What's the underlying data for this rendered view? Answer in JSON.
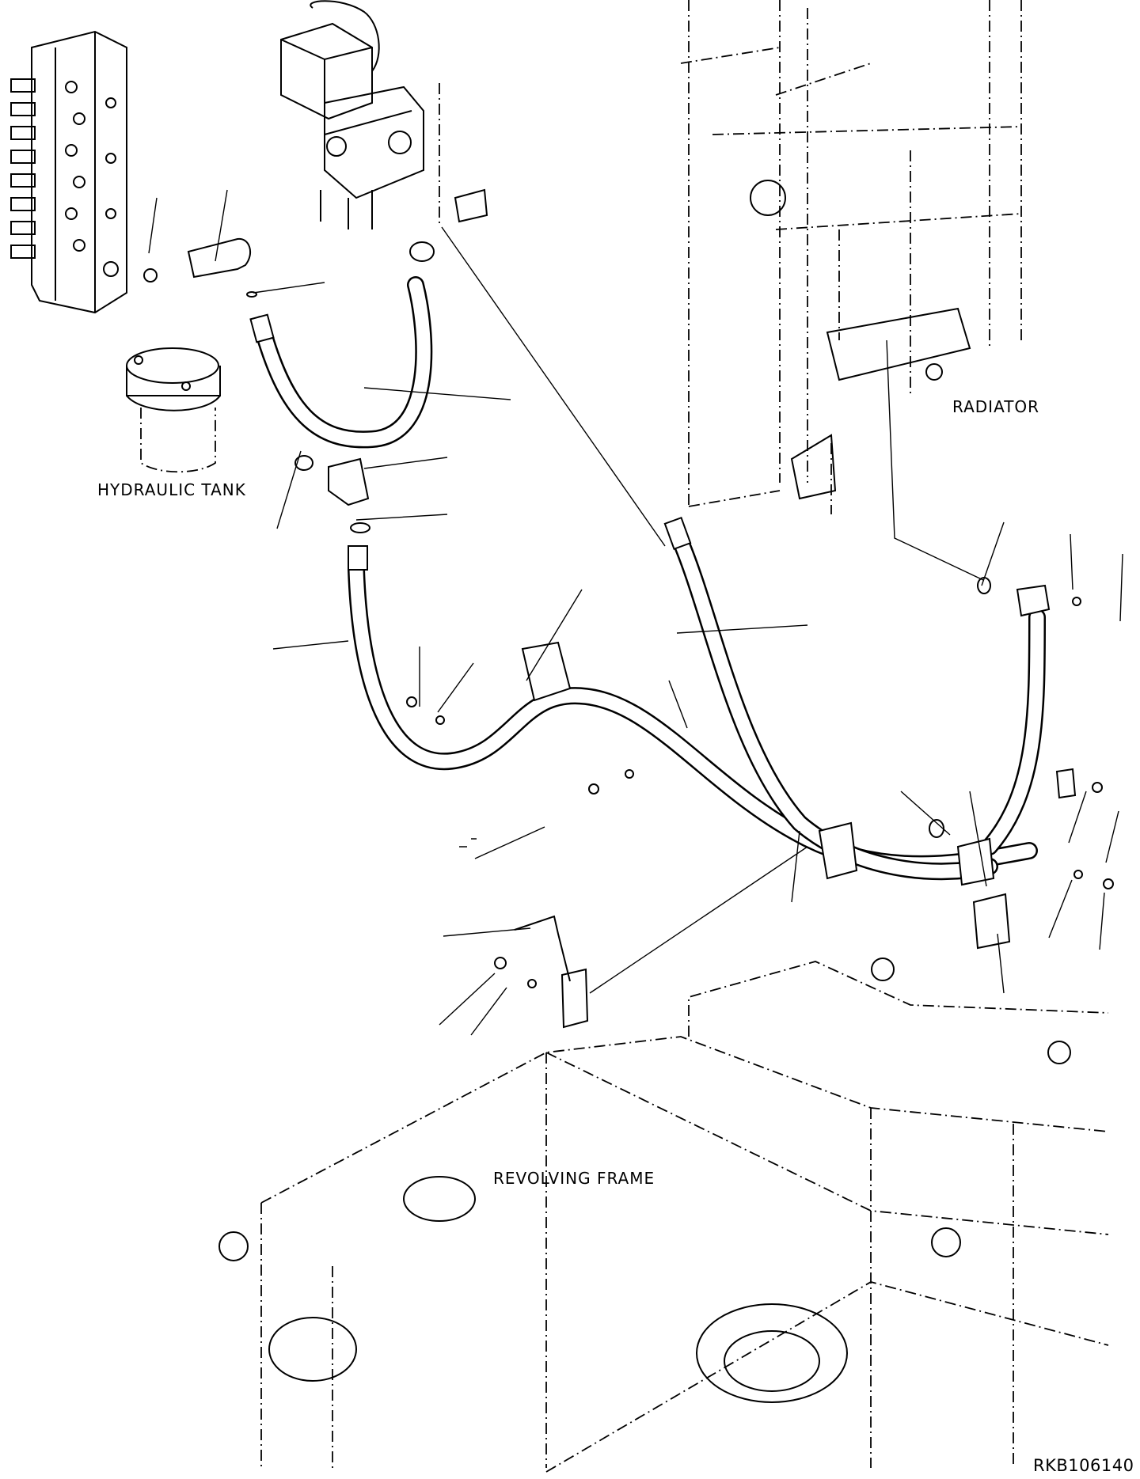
{
  "labels": {
    "hydraulic_tank": "HYDRAULIC TANK",
    "radiator": "RADIATOR",
    "revolving_frame": "REVOLVING FRAME",
    "drawing_code": "RKB106140"
  }
}
